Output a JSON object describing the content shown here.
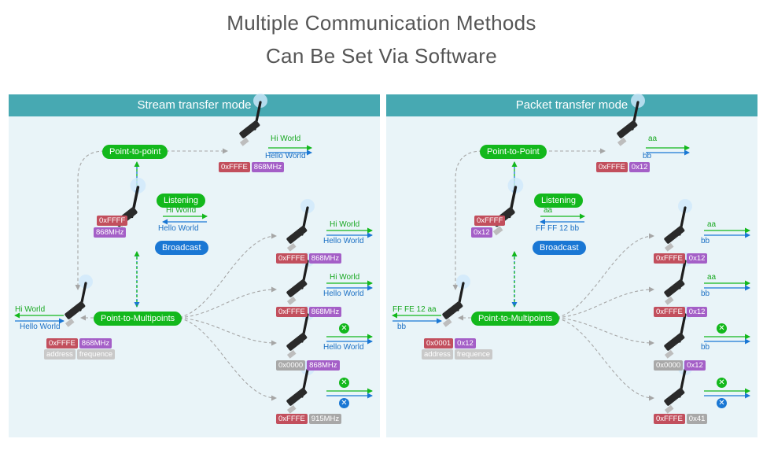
{
  "title_line1": "Multiple Communication Methods",
  "title_line2": "Can Be Set Via Software",
  "colors": {
    "header": "#47a9b2",
    "green": "#13b81c",
    "blue": "#1a77d4",
    "panel_bg": "#e9f4f8"
  },
  "stream": {
    "header": "Stream transfer mode",
    "point_to_point": "Point-to-point",
    "listening": "Listening",
    "broadcast": "Broadcast",
    "p2mp": "Point-to-Multipoints",
    "p2p_device": {
      "addr": "0xFFFE",
      "param": "868MHz",
      "send": "Hi World",
      "recv": "Hello World"
    },
    "center_device": {
      "addr": "0xFFFF",
      "param": "868MHz",
      "send": "Hi World",
      "recv": "Hello World"
    },
    "left_device": {
      "addr": "0xFFFE",
      "param": "868MHz",
      "send": "Hi World",
      "recv": "Hello World",
      "addr_label": "address",
      "param_label": "frequence"
    },
    "receivers": [
      {
        "addr": "0xFFFE",
        "param": "868MHz",
        "send": "Hi World",
        "recv": "Hello World"
      },
      {
        "addr": "0xFFFE",
        "param": "868MHz",
        "send": "Hi World",
        "recv": "Hello World"
      },
      {
        "addr": "0x0000",
        "param": "868MHz",
        "send": "✕",
        "recv": "Hello World"
      },
      {
        "addr": "0xFFFE",
        "param": "915MHz",
        "send": "✕",
        "recv": "✕"
      }
    ]
  },
  "packet": {
    "header": "Packet transfer mode",
    "point_to_point": "Point-to-Point",
    "listening": "Listening",
    "broadcast": "Broadcast",
    "p2mp": "Point-to-Multipoints",
    "p2p_device": {
      "addr": "0xFFFE",
      "param": "0x12",
      "send": "aa",
      "recv": "bb"
    },
    "center_device": {
      "addr": "0xFFFF",
      "param": "0x12",
      "send": "aa",
      "recv": "FF FF 12 bb"
    },
    "left_device": {
      "addr": "0x0001",
      "param": "0x12",
      "send": "FF FE 12 aa",
      "recv": "bb",
      "addr_label": "address",
      "param_label": "frequence"
    },
    "receivers": [
      {
        "addr": "0xFFFE",
        "param": "0x12",
        "send": "aa",
        "recv": "bb"
      },
      {
        "addr": "0xFFFE",
        "param": "0x12",
        "send": "aa",
        "recv": "bb"
      },
      {
        "addr": "0x0000",
        "param": "0x12",
        "send": "✕",
        "recv": "bb"
      },
      {
        "addr": "0xFFFE",
        "param": "0x41",
        "send": "✕",
        "recv": "✕"
      }
    ]
  }
}
